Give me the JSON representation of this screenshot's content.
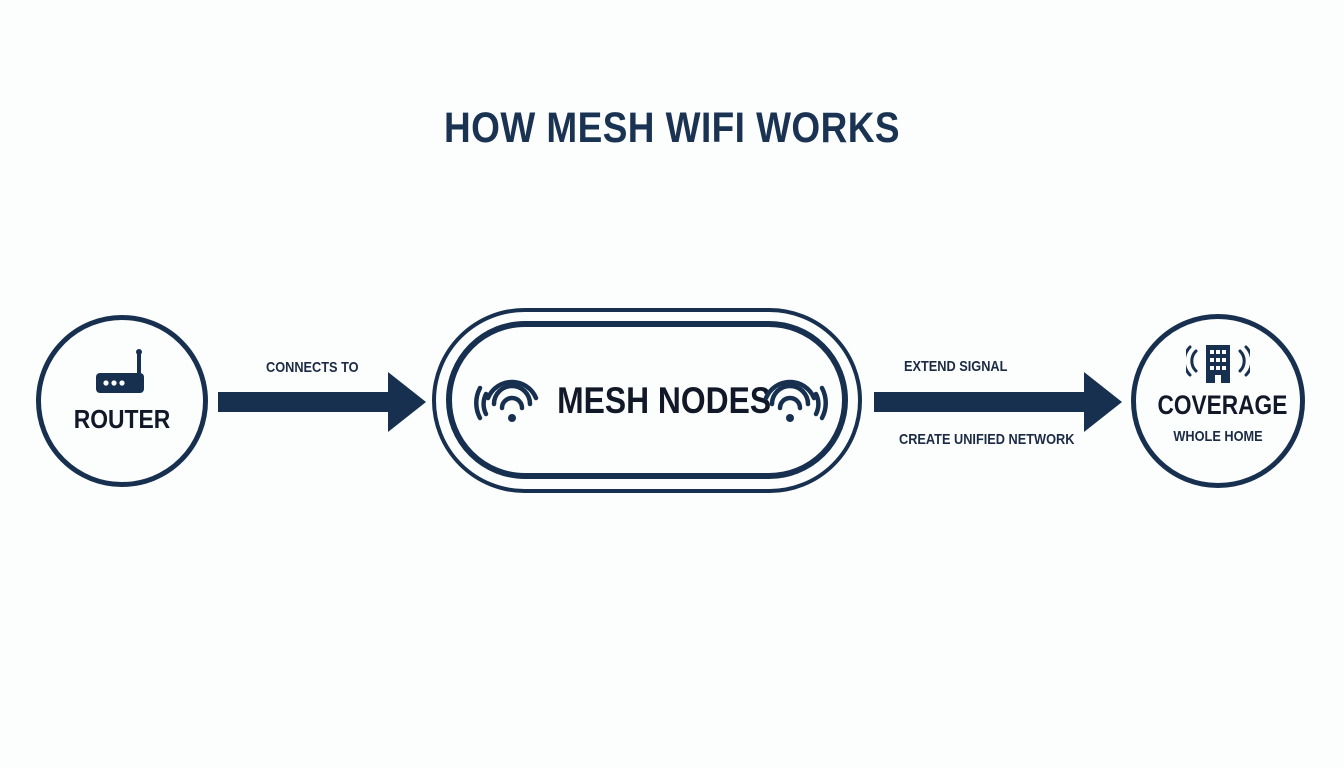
{
  "title": "HOW MESH WIFI WORKS",
  "colors": {
    "primary": "#18304f",
    "background": "#fcfdfd",
    "text": "#111827"
  },
  "router": {
    "label": "ROUTER",
    "icon": "router-icon"
  },
  "connector1": {
    "label": "CONNECTS TO",
    "icon": "arrow-right-icon"
  },
  "mesh": {
    "label": "MESH NODES",
    "left_icon": "wifi-signal-left-icon",
    "right_icon": "wifi-signal-right-icon"
  },
  "connector2": {
    "label_top": "EXTEND SIGNAL",
    "label_bottom": "CREATE UNIFIED NETWORK",
    "icon": "arrow-right-icon"
  },
  "coverage": {
    "label": "COVERAGE",
    "sublabel": "WHOLE HOME",
    "icon": "building-broadcast-icon"
  }
}
